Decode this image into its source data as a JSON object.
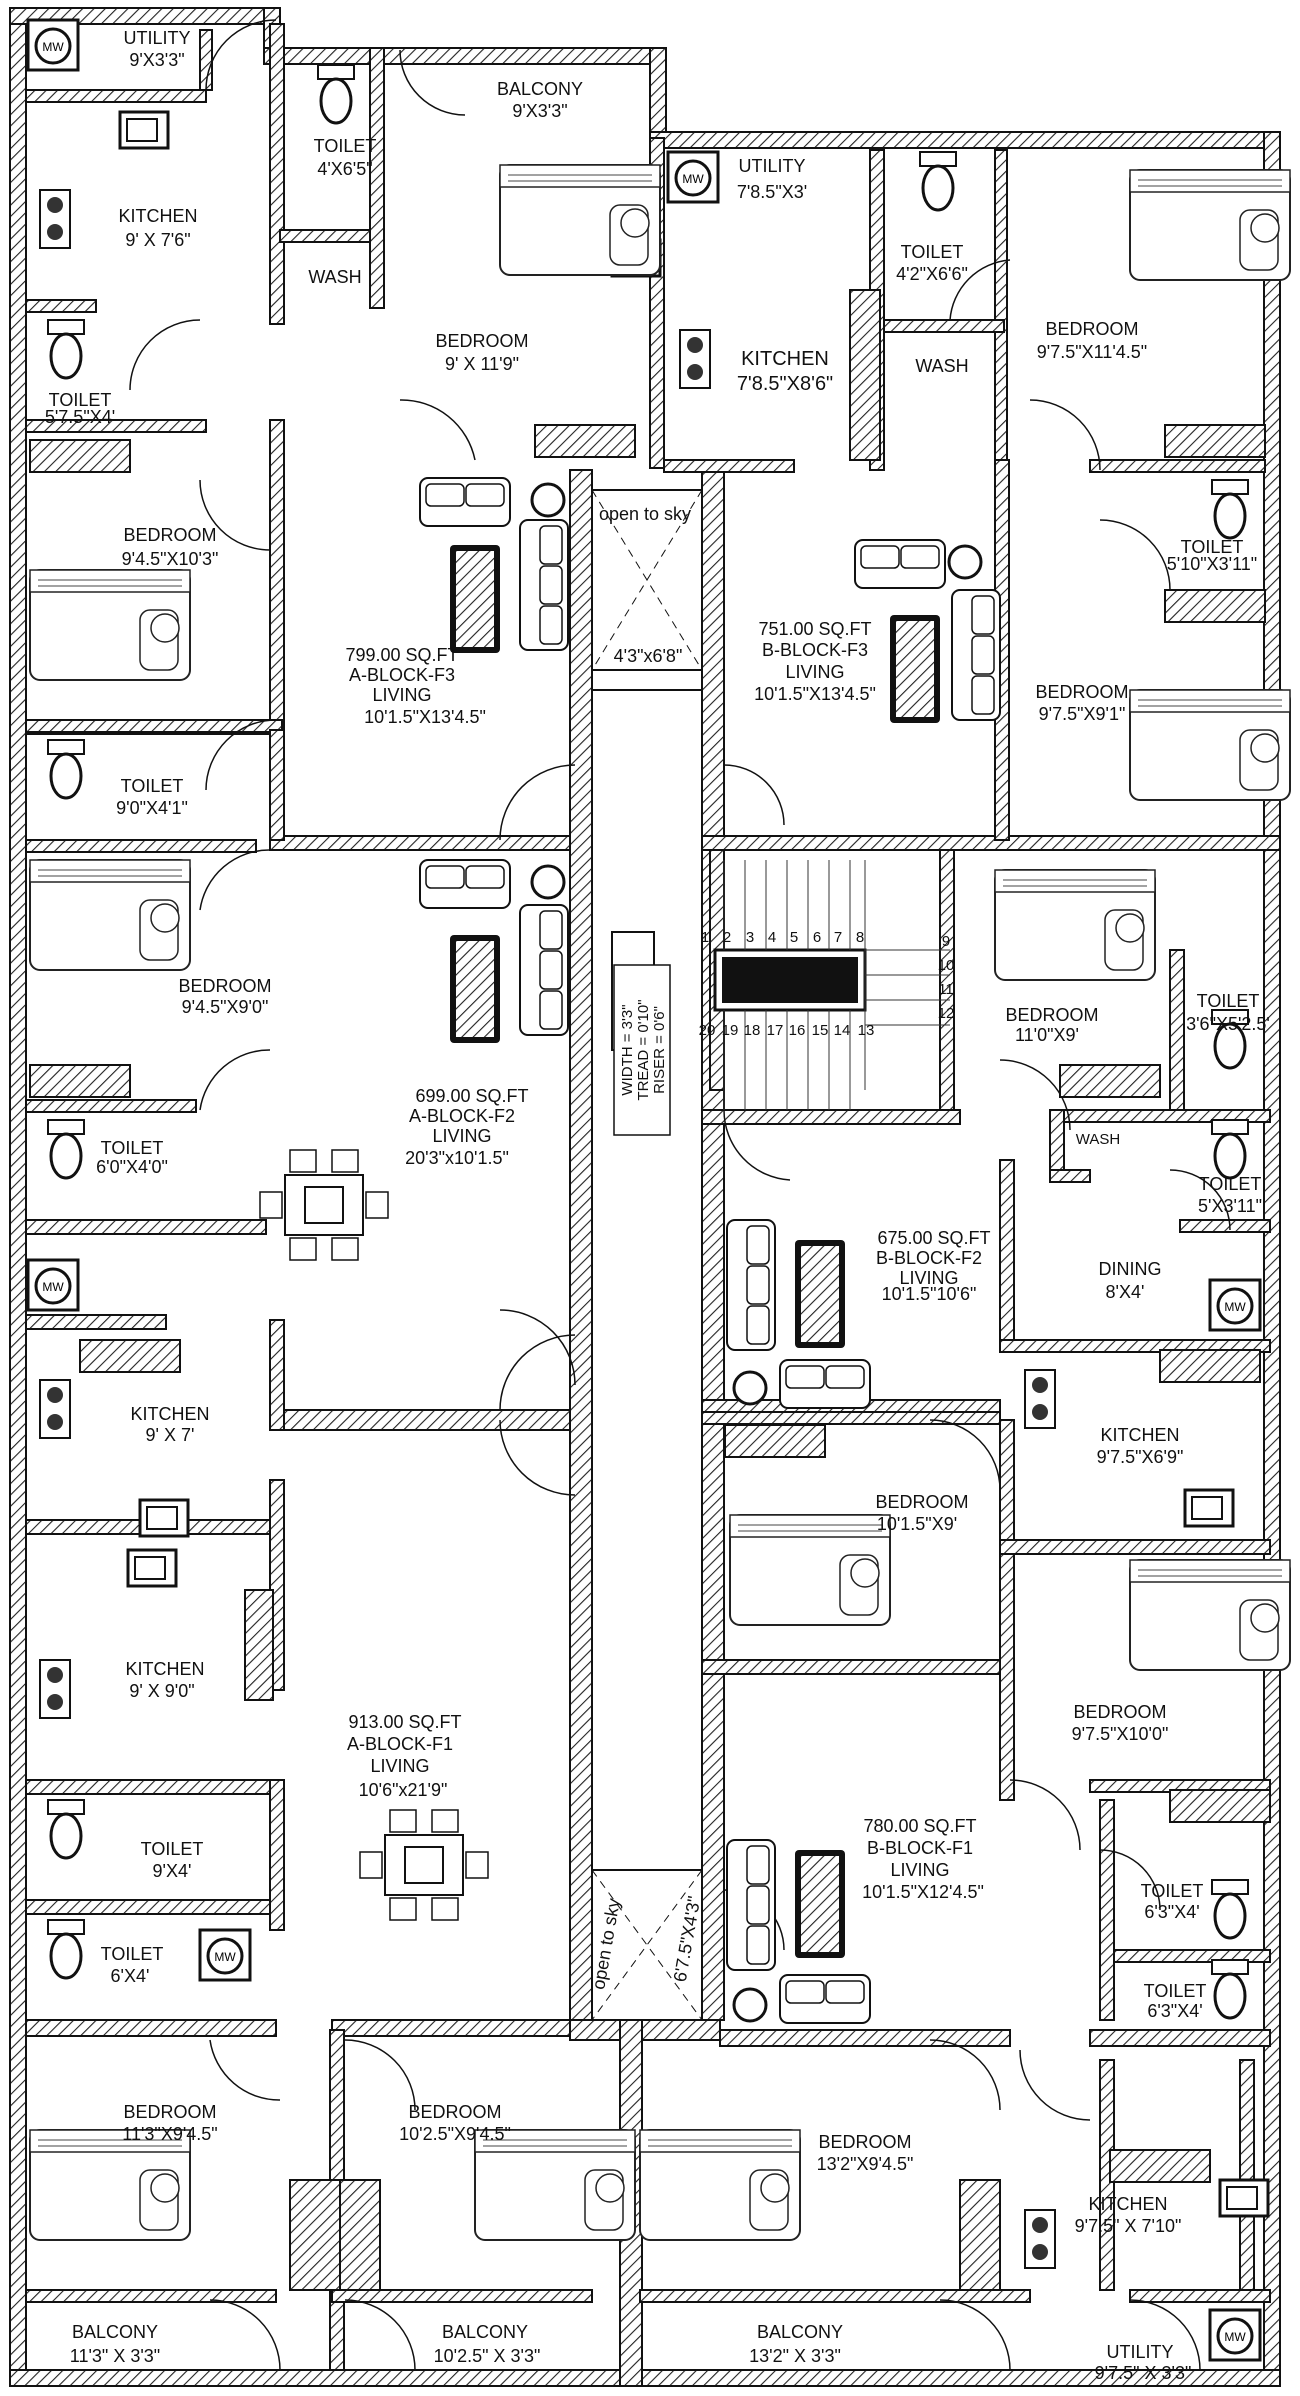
{
  "rooms": {
    "a_utility": {
      "name": "UTILITY",
      "dim": "9'X3'3\""
    },
    "a_f3_toilet1": {
      "name": "TOILET",
      "dim": "4'X6'5\""
    },
    "a_f3_balcony": {
      "name": "BALCONY",
      "dim": "9'X3'3\""
    },
    "a_f3_kitchen": {
      "name": "KITCHEN",
      "dim": "9' X 7'6\""
    },
    "a_f3_wash": {
      "name": "WASH"
    },
    "a_f3_bedroom1": {
      "name": "BEDROOM",
      "dim": "9' X 11'9\""
    },
    "a_f3_toilet2": {
      "name": "TOILET",
      "dim": "5'7.5\"X4'"
    },
    "a_f3_bedroom2": {
      "name": "BEDROOM",
      "dim": "9'4.5\"X10'3\""
    },
    "a_f3_living": {
      "area": "799.00 SQ.FT",
      "block": "A-BLOCK-F3",
      "name": "LIVING",
      "dim": "10'1.5\"X13'4.5\""
    },
    "open_top": {
      "name": "open to sky",
      "dim": "4'3\"x6'8\""
    },
    "b_f3_utility": {
      "name": "UTILITY",
      "dim": "7'8.5\"X3'"
    },
    "b_f3_toilet1": {
      "name": "TOILET",
      "dim": "4'2\"X6'6\""
    },
    "b_f3_kitchen": {
      "name": "KITCHEN",
      "dim": "7'8.5\"X8'6\""
    },
    "b_f3_wash": {
      "name": "WASH"
    },
    "b_f3_bedroom1": {
      "name": "BEDROOM",
      "dim": "9'7.5\"X11'4.5\""
    },
    "b_f3_toilet2": {
      "name": "TOILET",
      "dim": "5'10\"X3'11\""
    },
    "b_f3_living": {
      "area": "751.00 SQ.FT",
      "block": "B-BLOCK-F3",
      "name": "LIVING",
      "dim": "10'1.5\"X13'4.5\""
    },
    "b_f3_bedroom2": {
      "name": "BEDROOM",
      "dim": "9'7.5\"X9'1\""
    },
    "a_f2_toilet1": {
      "name": "TOILET",
      "dim": "9'0\"X4'1\""
    },
    "a_f2_bedroom": {
      "name": "BEDROOM",
      "dim": "9'4.5\"X9'0\""
    },
    "a_f2_toilet2": {
      "name": "TOILET",
      "dim": "6'0\"X4'0\""
    },
    "a_f2_living": {
      "area": "699.00 SQ.FT",
      "block": "A-BLOCK-F2",
      "name": "LIVING",
      "dim": "20'3\"x10'1.5\""
    },
    "a_f2_kitchen": {
      "name": "KITCHEN",
      "dim": "9' X 7'"
    },
    "stair": {
      "width": "WIDTH = 3'3\"",
      "tread": "TREAD = 0'10\"",
      "riser": "RISER =  0'6\"",
      "steps_top": [
        "1",
        "2",
        "3",
        "4",
        "5",
        "6",
        "7",
        "8"
      ],
      "steps_right": [
        "9",
        "10",
        "11",
        "12"
      ],
      "steps_bottom": [
        "20",
        "19",
        "18",
        "17",
        "16",
        "15",
        "14",
        "13"
      ]
    },
    "b_f2_bedroom1": {
      "name": "BEDROOM",
      "dim": "11'0\"X9'"
    },
    "b_f2_toilet1": {
      "name": "TOILET",
      "dim": "3'6\"X5'2.5'"
    },
    "b_f2_wash": {
      "name": "WASH"
    },
    "b_f2_toilet2": {
      "name": "TOILET",
      "dim": "5'X3'11\""
    },
    "b_f2_living": {
      "area": "675.00 SQ.FT",
      "block": "B-BLOCK-F2",
      "name": "LIVING",
      "dim": "10'1.5\"10'6\""
    },
    "b_f2_dining": {
      "name": "DINING",
      "dim": "8'X4'"
    },
    "b_f2_kitchen": {
      "name": "KITCHEN",
      "dim": "9'7.5\"X6'9\""
    },
    "b_f2_bedroom2": {
      "name": "BEDROOM",
      "dim": "10'1.5\"X9'"
    },
    "a_f1_kitchen": {
      "name": "KITCHEN",
      "dim": "9' X 9'0\""
    },
    "a_f1_living": {
      "area": "913.00 SQ.FT",
      "block": "A-BLOCK-F1",
      "name": "LIVING",
      "dim": "10'6\"x21'9\""
    },
    "a_f1_toilet1": {
      "name": "TOILET",
      "dim": "9'X4'"
    },
    "a_f1_toilet2": {
      "name": "TOILET",
      "dim": "6'X4'"
    },
    "open_bottom": {
      "name": "open to sky",
      "dim": "6'7.5\"X4'3\""
    },
    "b_f1_bedroom1": {
      "name": "BEDROOM",
      "dim": "9'7.5\"X10'0\""
    },
    "b_f1_living": {
      "area": "780.00 SQ.FT",
      "block": "B-BLOCK-F1",
      "name": "LIVING",
      "dim": "10'1.5\"X12'4.5\""
    },
    "b_f1_toilet1": {
      "name": "TOILET",
      "dim": "6'3\"X4'"
    },
    "b_f1_toilet2": {
      "name": "TOILET",
      "dim": "6'3\"X4'"
    },
    "a_f1_bedroom1": {
      "name": "BEDROOM",
      "dim": "11'3\"X9'4.5\""
    },
    "a_f1_bedroom2": {
      "name": "BEDROOM",
      "dim": "10'2.5\"X9'4.5\""
    },
    "b_f1_bedroom2": {
      "name": "BEDROOM",
      "dim": "13'2\"X9'4.5\""
    },
    "b_f1_kitchen": {
      "name": "KITCHEN",
      "dim": "9'7.5\" X 7'10\""
    },
    "a_f1_balcony1": {
      "name": "BALCONY",
      "dim": "11'3\" X 3'3\""
    },
    "a_f1_balcony2": {
      "name": "BALCONY",
      "dim": "10'2.5\" X 3'3\""
    },
    "b_f1_balcony": {
      "name": "BALCONY",
      "dim": "13'2\" X 3'3\""
    },
    "b_f1_utility": {
      "name": "UTILITY",
      "dim": "9'7.5\" X 3'3\""
    }
  }
}
